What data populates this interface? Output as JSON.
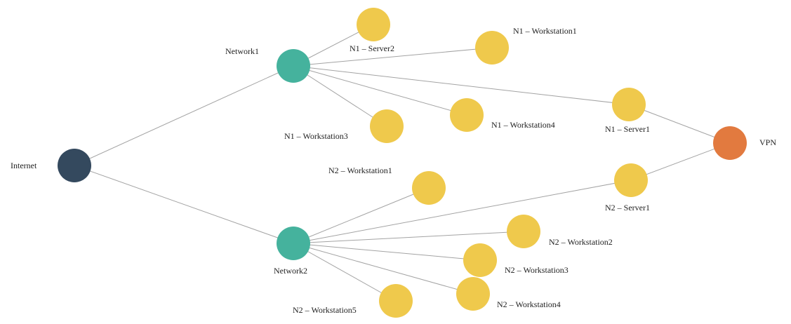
{
  "colors": {
    "internet": "#34495e",
    "network": "#45b29d",
    "device": "#efc94c",
    "vpn": "#e27a3f",
    "edge": "#a3a3a3"
  },
  "nodes": [
    {
      "id": "internet",
      "label": "Internet",
      "kind": "internet"
    },
    {
      "id": "network1",
      "label": "Network1",
      "kind": "network"
    },
    {
      "id": "network2",
      "label": "Network2",
      "kind": "network"
    },
    {
      "id": "n1-server2",
      "label": "N1 – Server2",
      "kind": "device"
    },
    {
      "id": "n1-workstation1",
      "label": "N1 – Workstation1",
      "kind": "device"
    },
    {
      "id": "n1-workstation3",
      "label": "N1 – Workstation3",
      "kind": "device"
    },
    {
      "id": "n1-workstation4",
      "label": "N1 – Workstation4",
      "kind": "device"
    },
    {
      "id": "n1-server1",
      "label": "N1 – Server1",
      "kind": "device"
    },
    {
      "id": "vpn",
      "label": "VPN",
      "kind": "vpn"
    },
    {
      "id": "n2-workstation1",
      "label": "N2 – Workstation1",
      "kind": "device"
    },
    {
      "id": "n2-server1",
      "label": "N2 – Server1",
      "kind": "device"
    },
    {
      "id": "n2-workstation2",
      "label": "N2 – Workstation2",
      "kind": "device"
    },
    {
      "id": "n2-workstation3",
      "label": "N2 – Workstation3",
      "kind": "device"
    },
    {
      "id": "n2-workstation4",
      "label": "N2 – Workstation4",
      "kind": "device"
    },
    {
      "id": "n2-workstation5",
      "label": "N2 – Workstation5",
      "kind": "device"
    }
  ],
  "edges": [
    [
      "internet",
      "network1"
    ],
    [
      "internet",
      "network2"
    ],
    [
      "network1",
      "n1-server2"
    ],
    [
      "network1",
      "n1-workstation1"
    ],
    [
      "network1",
      "n1-workstation3"
    ],
    [
      "network1",
      "n1-workstation4"
    ],
    [
      "network1",
      "n1-server1"
    ],
    [
      "n1-server1",
      "vpn"
    ],
    [
      "network2",
      "n2-workstation1"
    ],
    [
      "network2",
      "n2-server1"
    ],
    [
      "network2",
      "n2-workstation2"
    ],
    [
      "network2",
      "n2-workstation3"
    ],
    [
      "network2",
      "n2-workstation4"
    ],
    [
      "network2",
      "n2-workstation5"
    ],
    [
      "n2-server1",
      "vpn"
    ]
  ]
}
